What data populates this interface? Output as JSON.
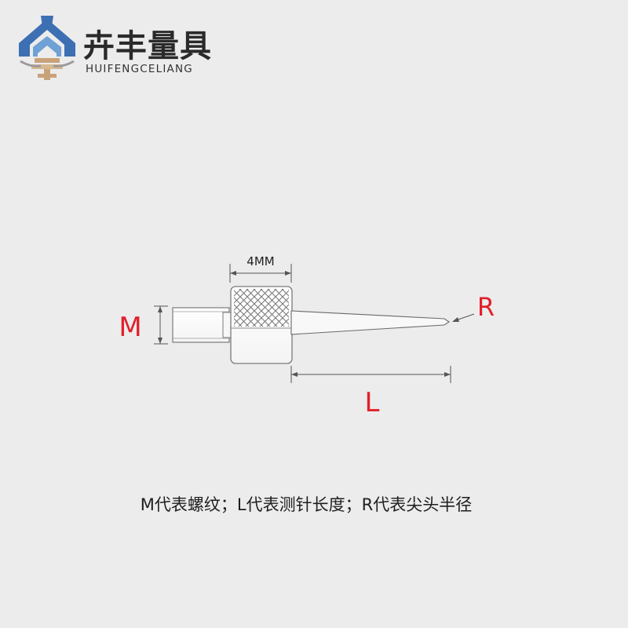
{
  "brand": {
    "name_cn": "卉丰量具",
    "name_en": "HUIFENGCELIANG",
    "logo_colors": {
      "blue": "#3d6fb3",
      "gold": "#c9a27a",
      "gray": "#9b9b9b"
    }
  },
  "diagram": {
    "knurl_width_label": "4MM",
    "thread_label": "M",
    "length_label": "L",
    "radius_label": "R",
    "label_color": "#e0202a",
    "line_color": "#555555"
  },
  "caption": "M代表螺纹；L代表测针长度；R代表尖头半径"
}
